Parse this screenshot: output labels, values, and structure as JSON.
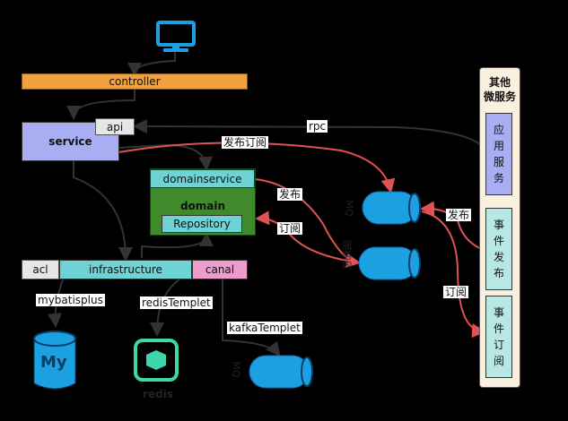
{
  "boxes": {
    "controller": "controller",
    "api": "api",
    "service": "service",
    "domainservice": "domainservice",
    "domain": "domain",
    "repository": "Repository",
    "acl": "acl",
    "infrastructure": "infrastructure",
    "canal": "canal",
    "other_title": "其他\n微服务",
    "app_service": "应\n用\n服\n务",
    "event_publish": "事\n件\n发\n布",
    "event_subscribe": "事\n件\n订\n阅"
  },
  "edge_labels": {
    "rpc": "rpc",
    "pubsub": "发布订阅",
    "publish1": "发布",
    "subscribe1": "订阅",
    "publish2": "发布",
    "subscribe2": "订阅",
    "mybatisplus": "mybatisplus",
    "redisTemplet": "redisTemplet",
    "kafkaTemplet": "kafkaTemplet"
  },
  "queues": {
    "mq1": "MQ",
    "mq2": "MQ",
    "mq_dash": "服务内"
  },
  "db": {
    "mysql": "My",
    "redis": "redis"
  },
  "colors": {
    "controller": "#F0A03C",
    "service": "#A9AEF2",
    "domain_green": "#3F8A2A",
    "cyan_box": "#6FD3D6",
    "canal_pink": "#EE9CCB",
    "queue_blue": "#1BA1E2",
    "arrow_red": "#E25252",
    "arrow_dark": "#333333",
    "other_bg": "#FAF0E0"
  }
}
